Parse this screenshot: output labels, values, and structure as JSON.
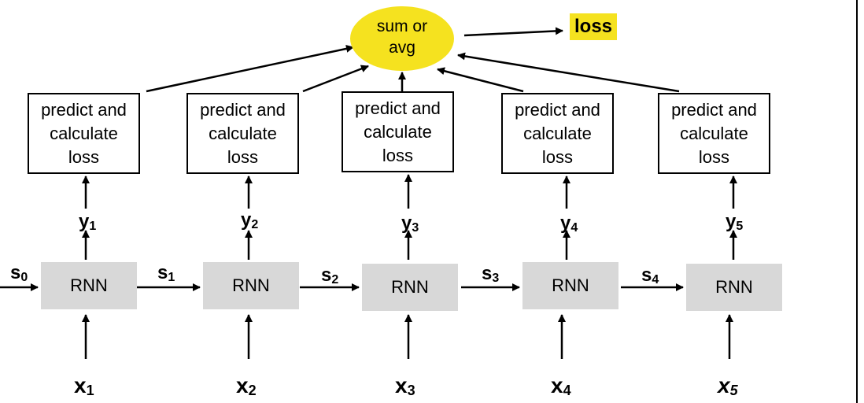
{
  "aggregator": {
    "label": "sum or\navg"
  },
  "output": {
    "label": "loss"
  },
  "predict_boxes": [
    {
      "label": "predict and\ncalculate\nloss"
    },
    {
      "label": "predict and\ncalculate\nloss"
    },
    {
      "label": "predict and\ncalculate\nloss"
    },
    {
      "label": "predict and\ncalculate\nloss"
    },
    {
      "label": "predict and\ncalculate\nloss"
    }
  ],
  "rnn_cells": [
    {
      "label": "RNN"
    },
    {
      "label": "RNN"
    },
    {
      "label": "RNN"
    },
    {
      "label": "RNN"
    },
    {
      "label": "RNN"
    }
  ],
  "outputs_y": [
    {
      "base": "y",
      "sub": "1"
    },
    {
      "base": "y",
      "sub": "2"
    },
    {
      "base": "y",
      "sub": "3"
    },
    {
      "base": "y",
      "sub": "4"
    },
    {
      "base": "y",
      "sub": "5"
    }
  ],
  "states_s": [
    {
      "base": "s",
      "sub": "0"
    },
    {
      "base": "s",
      "sub": "1"
    },
    {
      "base": "s",
      "sub": "2"
    },
    {
      "base": "s",
      "sub": "3"
    },
    {
      "base": "s",
      "sub": "4"
    }
  ],
  "inputs_x": [
    {
      "base": "x",
      "sub": "1"
    },
    {
      "base": "x",
      "sub": "2"
    },
    {
      "base": "x",
      "sub": "3"
    },
    {
      "base": "x",
      "sub": "4"
    },
    {
      "base": "x",
      "sub": "5"
    }
  ],
  "colors": {
    "highlight": "#f5e21f",
    "rnn_fill": "#d8d8d8",
    "stroke": "#000000"
  }
}
